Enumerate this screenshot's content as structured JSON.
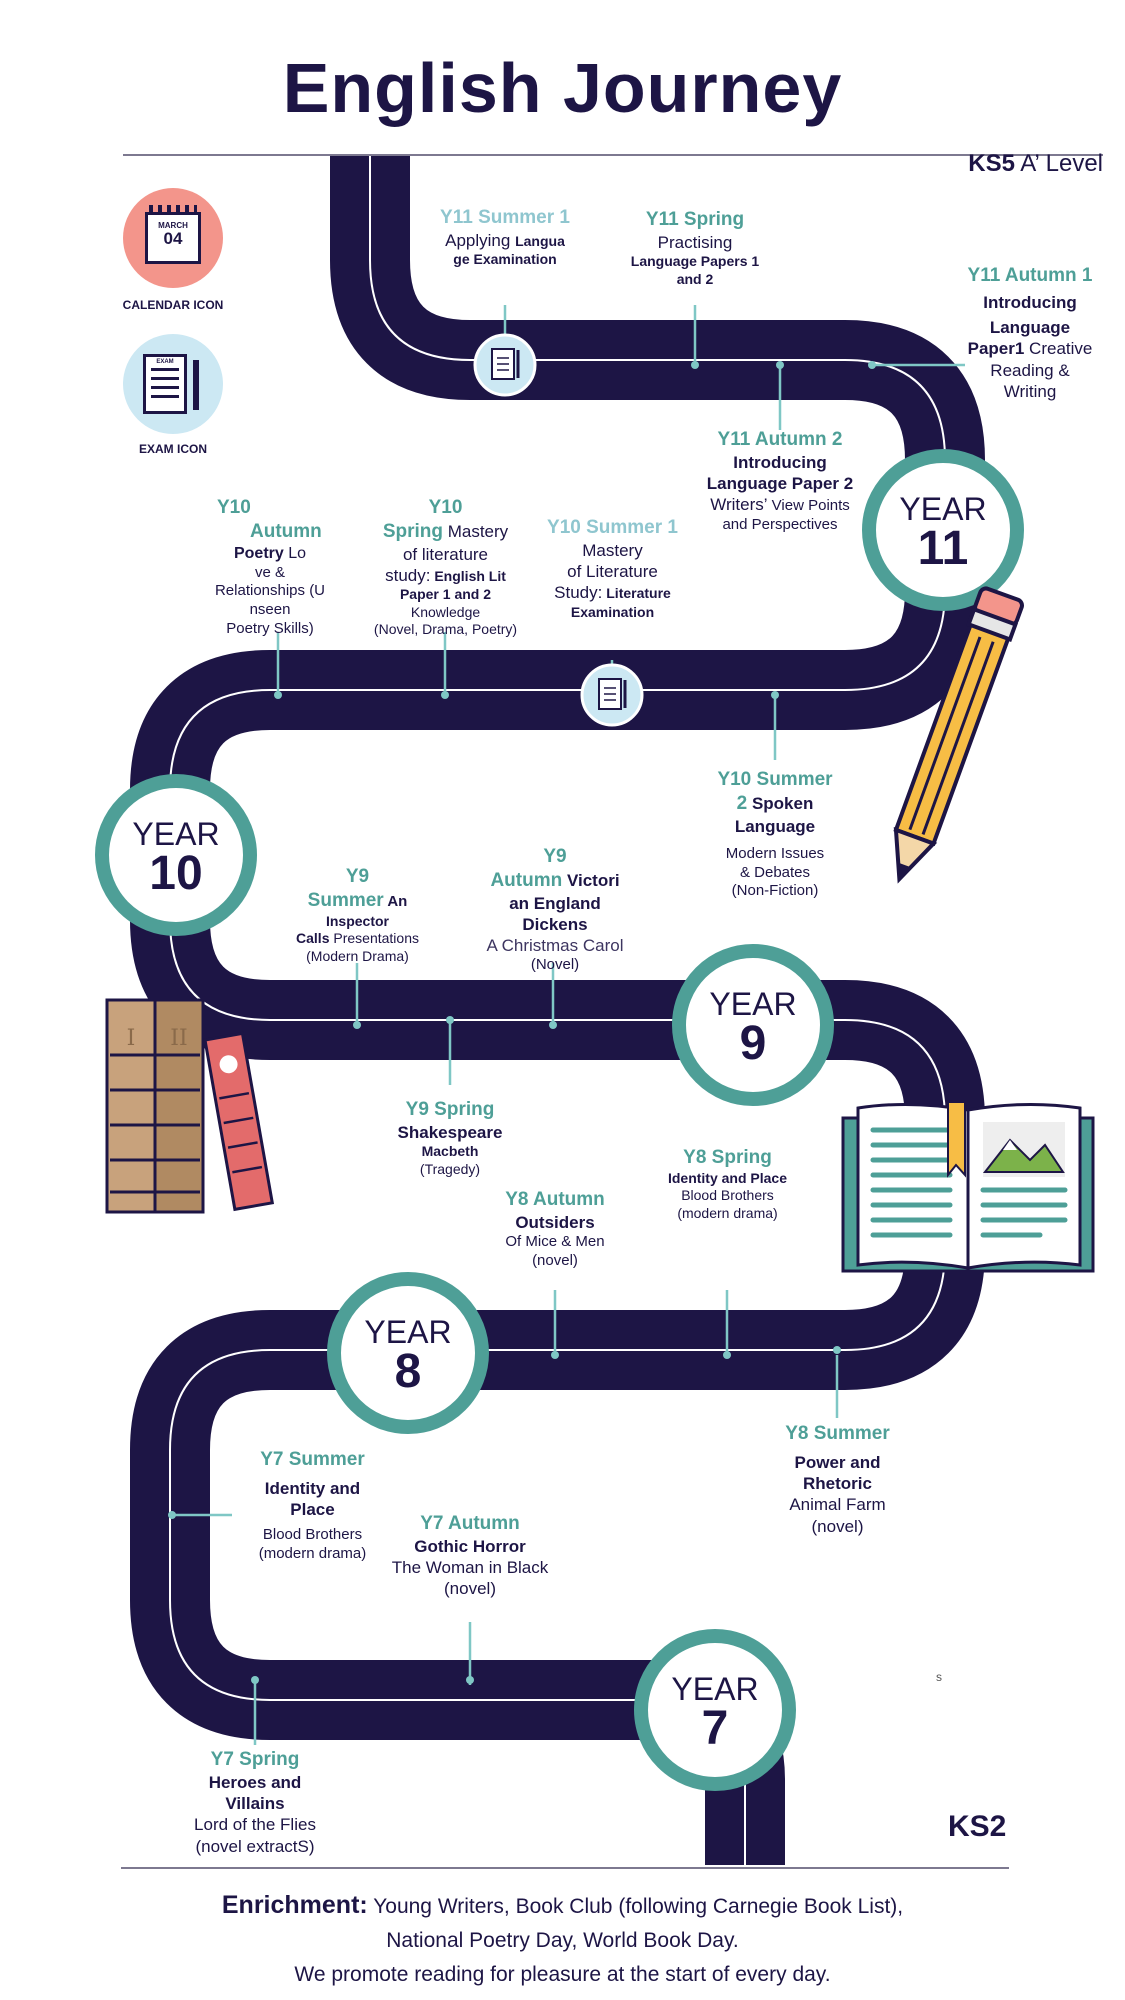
{
  "title": "English Journey",
  "ks5": {
    "strong": "KS5",
    "rest": " A’ Level"
  },
  "ks2": "KS2",
  "stray_mark": "s",
  "calendar": {
    "month": "MARCH",
    "day": "04",
    "caption": "CALENDAR ICON"
  },
  "exam_icon": {
    "word": "EXAM",
    "caption": "EXAM ICON"
  },
  "years": {
    "y11": {
      "word": "YEAR",
      "num": "11"
    },
    "y10": {
      "word": "YEAR",
      "num": "10"
    },
    "y9": {
      "word": "YEAR",
      "num": "9"
    },
    "y8": {
      "word": "YEAR",
      "num": "8"
    },
    "y7": {
      "word": "YEAR",
      "num": "7"
    }
  },
  "units": {
    "y11s1": {
      "h": "Y11 Summer 1",
      "l1": "Applying",
      "l1b": "Langua",
      "l2": "ge  Examination"
    },
    "y11sp": {
      "h": "Y11 Spring",
      "l1": "Practising",
      "l2": "Language Papers 1",
      "l3": "and 2"
    },
    "y11a1": {
      "h": "Y11 Autumn 1",
      "l1": "Introducing",
      "l2": "Language",
      "l3": "Paper1",
      "l3n": " Creative",
      "l4": "Reading &",
      "l5": "Writing"
    },
    "y11a2": {
      "h": "Y11 Autumn 2",
      "l1": "Introducing",
      "l2": "Language Paper 2",
      "l3": "Writers’",
      "l3b": " View Points",
      "l4": "and  Perspectives"
    },
    "y10a": {
      "h1": "Y10",
      "h2": "Autumn",
      "l1": "Poetry",
      "l1n": " Lo",
      "l2": "ve &",
      "l3": "Relationships (U",
      "l4": "nseen",
      "l5": "Poetry Skills)"
    },
    "y10sp": {
      "h1": "Y10",
      "h2": "Spring",
      "l1n": " Mastery",
      "l2": "of  literature",
      "l3": "study:",
      "l3b": " English Lit",
      "l4": "Paper 1 and 2",
      "l5": "Knowledge",
      "l6": "(Novel, Drama, Poetry)"
    },
    "y10s1": {
      "h": "Y10 Summer 1",
      "l1": "Mastery",
      "l2": "of  Literature",
      "l3": "Study:",
      "l3b": " Literature",
      "l4": "Examination"
    },
    "y10s2": {
      "h1": "Y10 Summer",
      "h2": "2",
      "l1": " Spoken",
      "l2": "Language",
      "l3": "Modern Issues",
      "l4": "& Debates",
      "l5": "(Non-Fiction)"
    },
    "y9s": {
      "h1": "Y9",
      "h2": "Summer",
      "l1": " An",
      "l2": "Inspector",
      "l3": "Calls",
      "l3n": " Presentations",
      "l4": "(Modern Drama)"
    },
    "y9a": {
      "h1": "Y9",
      "h2": "Autumn",
      "l1": " Victori",
      "l2": "an England",
      "l3": "Dickens",
      "l4": "A Christmas Carol",
      "l5": "(Novel)"
    },
    "y9sp": {
      "h": "Y9 Spring",
      "l1": "Shakespeare",
      "l2": "Macbeth",
      "l3": "(Tragedy)"
    },
    "y8sp": {
      "h": "Y8 Spring",
      "l1": "Identity and Place",
      "l2": "Blood Brothers",
      "l3": "(modern drama)"
    },
    "y8a": {
      "h": "Y8 Autumn",
      "l1": "Outsiders",
      "l2": "Of Mice & Men",
      "l3": "(novel)"
    },
    "y8s": {
      "h": "Y8 Summer",
      "l1": "Power and",
      "l2": "Rhetoric",
      "l3": "Animal Farm",
      "l4": "(novel)"
    },
    "y7s": {
      "h": "Y7 Summer",
      "l1": "Identity and",
      "l2": "Place",
      "l3": "Blood Brothers",
      "l4": "(modern drama)"
    },
    "y7a": {
      "h": "Y7 Autumn",
      "l1": "Gothic Horror",
      "l2": "The Woman in Black",
      "l3": "(novel)"
    },
    "y7sp": {
      "h": "Y7 Spring",
      "l1": "Heroes and",
      "l2": "Villains",
      "l3": "Lord of the Flies",
      "l4": "(novel extractS)"
    }
  },
  "enrichment": {
    "label": "Enrichment:",
    "line1": " Young Writers, Book Club (following Carnegie Book List),",
    "line2": "National Poetry Day, World Book Day.",
    "line3": "We promote reading for pleasure at the start of every day."
  },
  "colors": {
    "road": "#1d1545",
    "teal": "#4e9f97",
    "light_blue": "#cce8f3",
    "calendar": "#f3958b"
  }
}
